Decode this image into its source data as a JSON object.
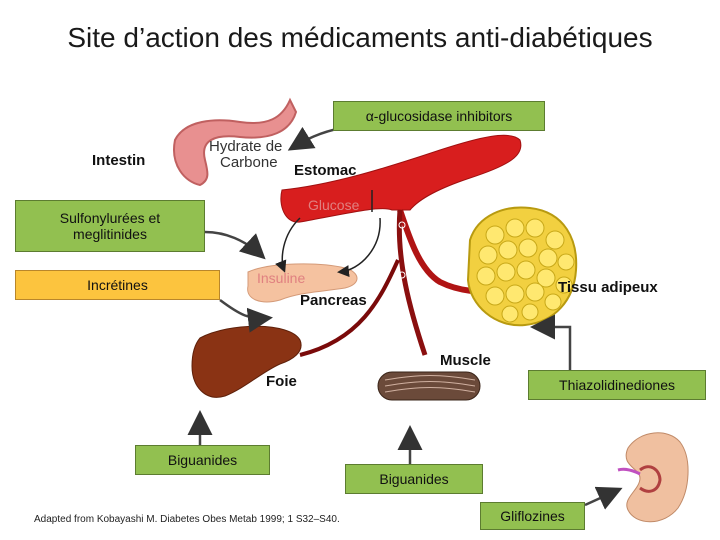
{
  "title": "Site d’action des médicaments anti-diabétiques",
  "organs": {
    "intestin": "Intestin",
    "estomac": "Estomac",
    "pancreas": "Pancreas",
    "foie": "Foie",
    "muscle": "Muscle",
    "tissu_adipeux": "Tissu adipeux"
  },
  "molecules": {
    "hydrate_line1": "Hydrate de",
    "hydrate_line2": "Carbone",
    "glucose": "Glucose",
    "insuline": "Insuline"
  },
  "drugs": {
    "alpha_glucosidase": "α-glucosidase inhibitors",
    "sulfonylurees_line1": "Sulfonylurées et",
    "sulfonylurees_line2": "meglitinides",
    "incretines": "Incrétines",
    "thiazolidinediones": "Thiazolidinediones",
    "biguanides_liver": "Biguanides",
    "biguanides_muscle": "Biguanides",
    "gliflozines": "Gliflozines"
  },
  "citation": "Adapted from Kobayashi M. Diabetes Obes Metab 1999; 1 S32–S40."
}
